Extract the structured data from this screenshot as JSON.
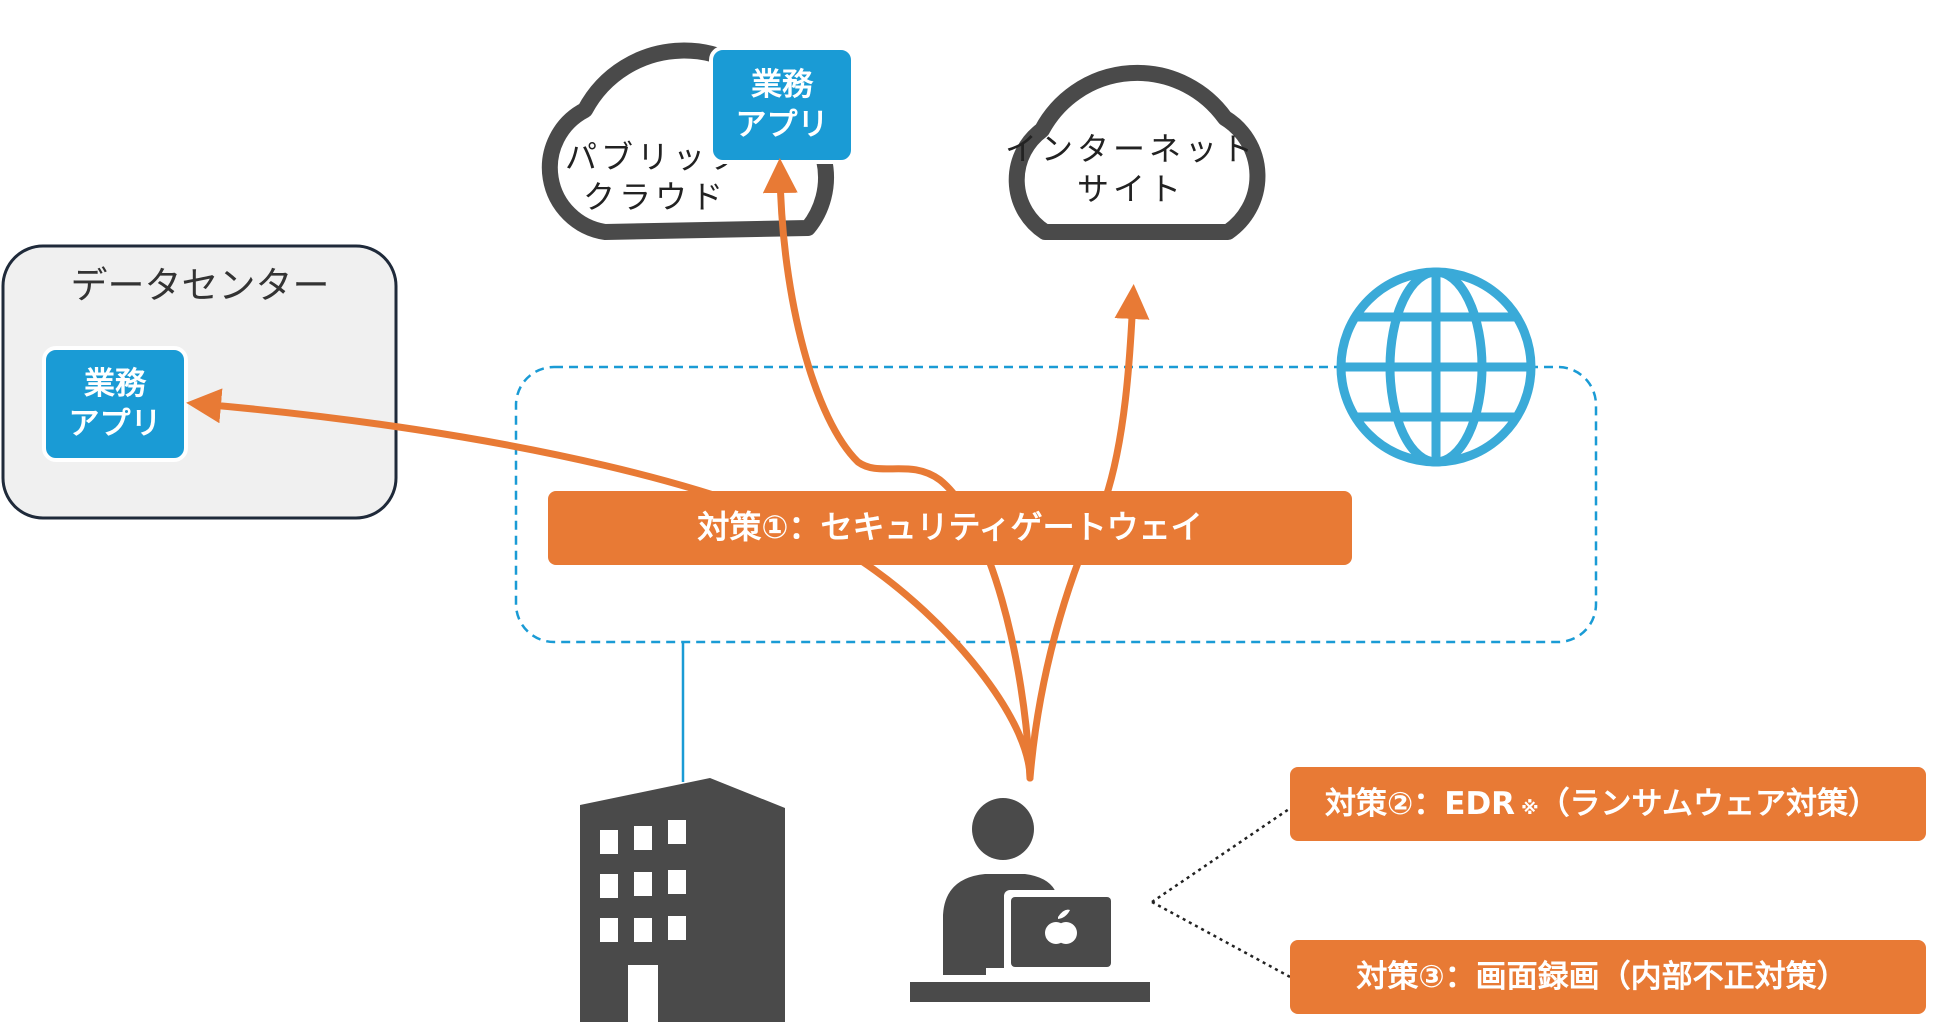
{
  "data_center": {
    "title": "データセンター"
  },
  "app_label": {
    "line1": "業務",
    "line2": "アプリ"
  },
  "public_cloud": {
    "line1": "パブリック",
    "line2": "クラウド"
  },
  "internet": {
    "line1": "インターネット",
    "line2": "サイト"
  },
  "measures": {
    "gateway": "対策①：セキュリティゲートウェイ",
    "edr_main": "対策②：EDR",
    "edr_note_mark": "※",
    "edr_paren": "（ランサムウェア対策）",
    "recording": "対策③：画面録画（内部不正対策）"
  },
  "colors": {
    "orange": "#E87A35",
    "blue": "#1A9BD5",
    "globe": "#3AAAD8",
    "dark": "#4A4A4A",
    "dc_fill": "#F0F0F0",
    "dc_border": "#1F2A3A"
  },
  "icons": [
    "cloud-icon",
    "globe-icon",
    "office-building-icon",
    "user-laptop-icon",
    "apple-logo-icon"
  ]
}
